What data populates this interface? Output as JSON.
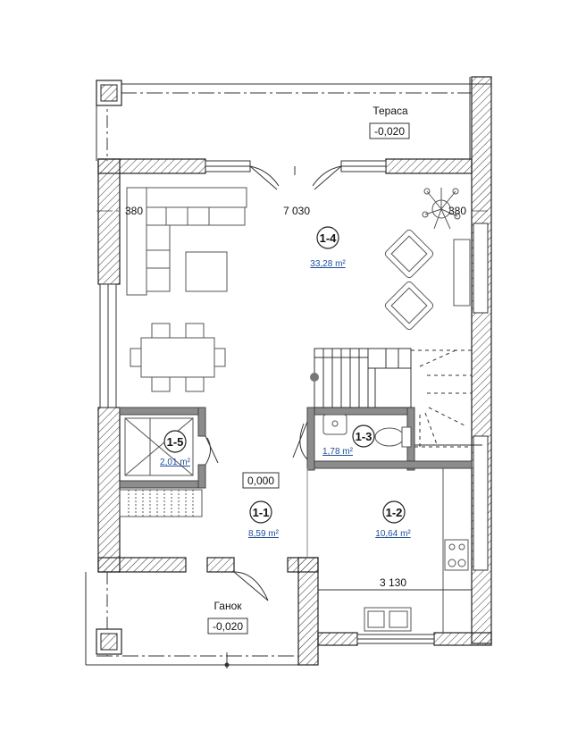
{
  "rooms": {
    "r14": {
      "id": "1-4",
      "area": "33,28 m²"
    },
    "r15": {
      "id": "1-5",
      "area": "2,01 m²"
    },
    "r13": {
      "id": "1-3",
      "area": "1,78 m²"
    },
    "r11": {
      "id": "1-1",
      "area": "8,59 m²"
    },
    "r12": {
      "id": "1-2",
      "area": "10,64 m²"
    }
  },
  "labels": {
    "terrace": "Тераса",
    "terrace_level": "-0,020",
    "porch": "Ганок",
    "porch_level": "-0,020",
    "floor_level": "0,000"
  },
  "dimensions": {
    "left": "380",
    "middle": "7 030",
    "right": "380",
    "kitchen": "3 130"
  },
  "colors": {
    "wall_line": "#222222",
    "furniture_line": "#555555",
    "area_text": "#1f4e9c",
    "partition_fill": "#8c8c8c"
  }
}
